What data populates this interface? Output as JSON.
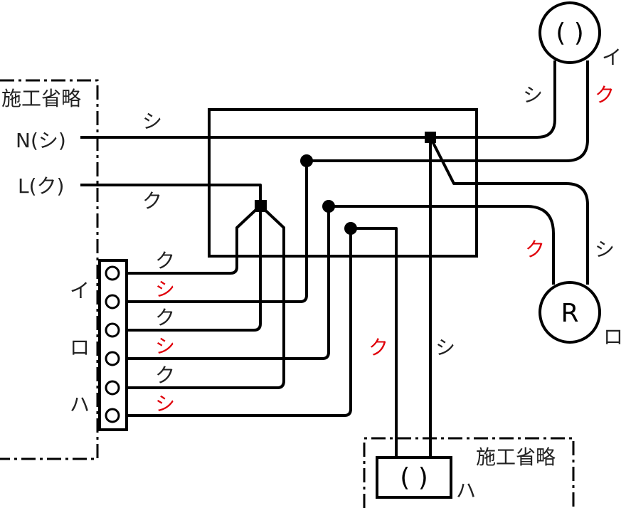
{
  "left_area": {
    "label": "施工省略",
    "terminal_n": "N(シ)",
    "terminal_l": "L(ク)",
    "wire_n_mark": "シ",
    "wire_l_mark": "ク"
  },
  "switch_block": {
    "group_i": "イ",
    "group_ro": "ロ",
    "group_ha": "ハ",
    "wire_marks": [
      "ク",
      "シ",
      "ク",
      "シ",
      "ク",
      "シ"
    ],
    "colors": {
      "black_mark": "#222222",
      "red_mark": "#e0000a"
    }
  },
  "load_i": {
    "symbol": "( )",
    "label": "イ",
    "wire_left_mark": "シ",
    "wire_right_mark": "ク"
  },
  "load_ro": {
    "symbol": "R",
    "label": "ロ",
    "wire_left_mark": "ク",
    "wire_right_mark": "シ"
  },
  "load_ha": {
    "area_label": "施工省略",
    "symbol": "( )",
    "label": "ハ",
    "wire_left_mark": "ク",
    "wire_right_mark": "シ"
  }
}
